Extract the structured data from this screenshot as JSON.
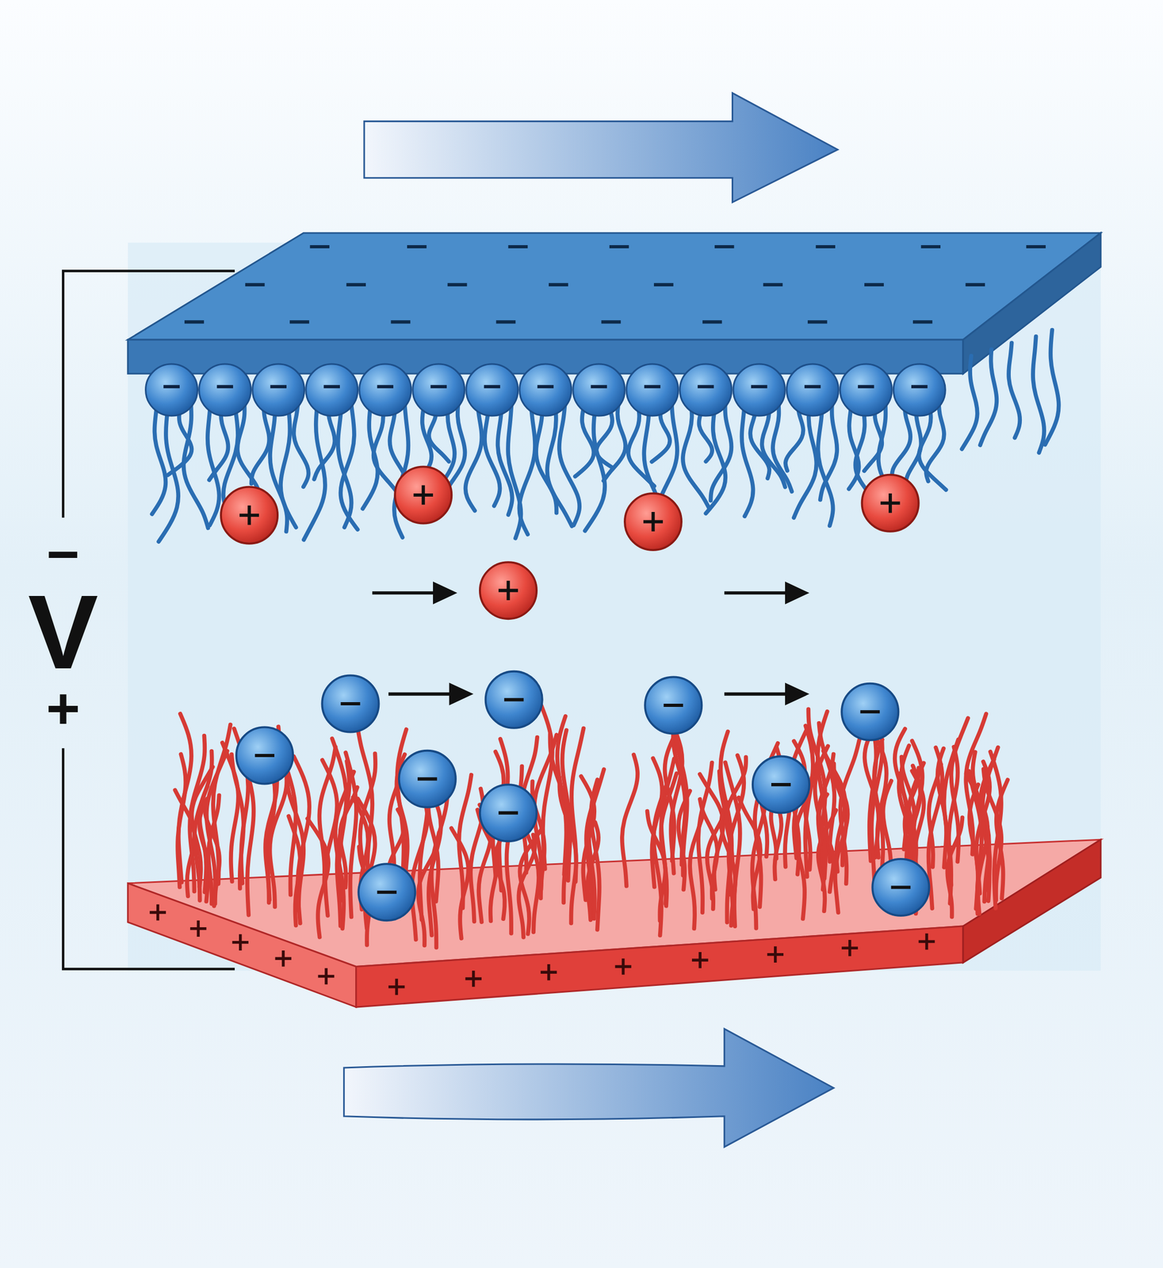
{
  "diagram": {
    "labels": [
      "−",
      "V",
      "+"
    ]
  }
}
